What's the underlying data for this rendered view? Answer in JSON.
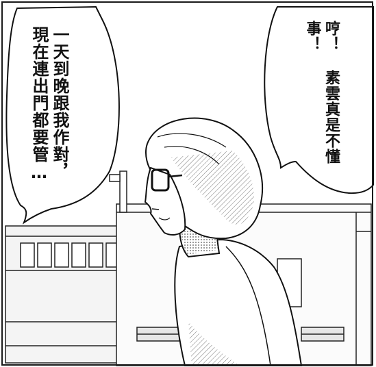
{
  "speech_bubbles": {
    "left": {
      "lines": [
        "一天到晚跟我作對，",
        "現在連出門都要管…"
      ]
    },
    "right": {
      "lines": [
        "哼！",
        "素雲真是不懂事！"
      ]
    }
  },
  "colors": {
    "ink": "#111111",
    "paper": "#ffffff",
    "screentone": "#bdbdbd"
  }
}
